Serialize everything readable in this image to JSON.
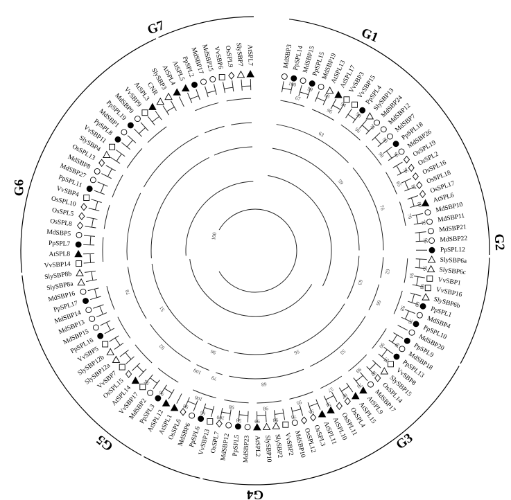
{
  "figure": {
    "root_bootstrap": "100",
    "groups": [
      {
        "label": "G1"
      },
      {
        "label": "G2"
      },
      {
        "label": "G3"
      },
      {
        "label": "G4"
      },
      {
        "label": "G5"
      },
      {
        "label": "G6"
      },
      {
        "label": "G7"
      }
    ],
    "leaves": [
      {
        "name": "MdSBP3",
        "marker": "circle"
      },
      {
        "name": "PpSPL14",
        "marker": "filled-circle"
      },
      {
        "name": "MdSBP15",
        "marker": "circle"
      },
      {
        "name": "PpSPL15",
        "marker": "filled-circle"
      },
      {
        "name": "MdSBP19",
        "marker": "circle"
      },
      {
        "name": "AtSPL13",
        "marker": "triangle"
      },
      {
        "name": "AtSPL17",
        "marker": "filled-triangle"
      },
      {
        "name": "VvSBP3",
        "marker": "square"
      },
      {
        "name": "VvSBP15",
        "marker": "square"
      },
      {
        "name": "PpSPL4",
        "marker": "filled-circle"
      },
      {
        "name": "SlySBP13",
        "marker": "triangle"
      },
      {
        "name": "MdSBP24",
        "marker": "circle"
      },
      {
        "name": "MdSBP12",
        "marker": "circle"
      },
      {
        "name": "MdSBP7",
        "marker": "circle"
      },
      {
        "name": "PpSPL18",
        "marker": "filled-circle"
      },
      {
        "name": "MdSBP26",
        "marker": "circle"
      },
      {
        "name": "OsSPL19",
        "marker": "diamond"
      },
      {
        "name": "OsSPL2",
        "marker": "diamond"
      },
      {
        "name": "OsSPL16",
        "marker": "diamond"
      },
      {
        "name": "OsSPL18",
        "marker": "diamond"
      },
      {
        "name": "OsSPL17",
        "marker": "diamond"
      },
      {
        "name": "AtSPL6",
        "marker": "filled-triangle"
      },
      {
        "name": "MdSBP10",
        "marker": "circle"
      },
      {
        "name": "MdSBP11",
        "marker": "circle"
      },
      {
        "name": "MdSBP21",
        "marker": "circle"
      },
      {
        "name": "MdSBP22",
        "marker": "circle"
      },
      {
        "name": "PpSPL12",
        "marker": "filled-circle"
      },
      {
        "name": "SlySBP6a",
        "marker": "triangle"
      },
      {
        "name": "SlySBP6c",
        "marker": "triangle"
      },
      {
        "name": "VvSBP1",
        "marker": "square"
      },
      {
        "name": "VvSBP16",
        "marker": "square"
      },
      {
        "name": "SlySBP6b",
        "marker": "triangle"
      },
      {
        "name": "PpSPL1",
        "marker": "filled-circle"
      },
      {
        "name": "MdSBP4",
        "marker": "circle"
      },
      {
        "name": "PpSPL10",
        "marker": "filled-circle"
      },
      {
        "name": "MdSBP20",
        "marker": "circle"
      },
      {
        "name": "PpSPL9",
        "marker": "filled-circle"
      },
      {
        "name": "MdSBP18",
        "marker": "circle"
      },
      {
        "name": "PpSPL13",
        "marker": "filled-circle"
      },
      {
        "name": "VvSBP8",
        "marker": "square"
      },
      {
        "name": "SlySBP15",
        "marker": "triangle"
      },
      {
        "name": "OsSPL14",
        "marker": "diamond"
      },
      {
        "name": "MdSBP17",
        "marker": "circle"
      },
      {
        "name": "AtSPL9",
        "marker": "filled-triangle"
      },
      {
        "name": "AtSPL15",
        "marker": "filled-triangle"
      },
      {
        "name": "OsSPL4",
        "marker": "diamond"
      },
      {
        "name": "OsSPL11",
        "marker": "diamond"
      },
      {
        "name": "AtSPL10",
        "marker": "filled-triangle"
      },
      {
        "name": "AtSPL11",
        "marker": "filled-triangle"
      },
      {
        "name": "OsSPL3",
        "marker": "diamond"
      },
      {
        "name": "OsSPL12",
        "marker": "diamond"
      },
      {
        "name": "MdSBP10",
        "marker": "circle"
      },
      {
        "name": "VvSBP2",
        "marker": "square"
      },
      {
        "name": "SlySBP2",
        "marker": "triangle"
      },
      {
        "name": "SlySBP10",
        "marker": "triangle"
      },
      {
        "name": "AtSPL2",
        "marker": "filled-triangle"
      },
      {
        "name": "MdSBP23",
        "marker": "circle"
      },
      {
        "name": "PpSPL5",
        "marker": "filled-circle"
      },
      {
        "name": "MdSBP12",
        "marker": "circle"
      },
      {
        "name": "OsSPL7",
        "marker": "diamond"
      },
      {
        "name": "VvSBP13",
        "marker": "square"
      },
      {
        "name": "PpSPL6",
        "marker": "filled-circle"
      },
      {
        "name": "MdSBP6",
        "marker": "circle"
      },
      {
        "name": "OsSPL6",
        "marker": "diamond"
      },
      {
        "name": "AtSPL1",
        "marker": "filled-triangle"
      },
      {
        "name": "AtSPL12",
        "marker": "filled-triangle"
      },
      {
        "name": "PpSPL3",
        "marker": "filled-circle"
      },
      {
        "name": "MdSBP2",
        "marker": "circle"
      },
      {
        "name": "VvSBP17",
        "marker": "square"
      },
      {
        "name": "AtSPL14",
        "marker": "filled-triangle"
      },
      {
        "name": "OsSPL15",
        "marker": "diamond"
      },
      {
        "name": "VvSBP7",
        "marker": "square"
      },
      {
        "name": "SlySBP12a",
        "marker": "triangle"
      },
      {
        "name": "SlySBP12b",
        "marker": "triangle"
      },
      {
        "name": "VvSBP5",
        "marker": "square"
      },
      {
        "name": "PpSPL16",
        "marker": "filled-circle"
      },
      {
        "name": "MdSBP15",
        "marker": "circle"
      },
      {
        "name": "MdSBP13",
        "marker": "circle"
      },
      {
        "name": "MdSBP14",
        "marker": "circle"
      },
      {
        "name": "PpSPL17",
        "marker": "filled-circle"
      },
      {
        "name": "MdSBP16",
        "marker": "circle"
      },
      {
        "name": "SlySBP8a",
        "marker": "triangle"
      },
      {
        "name": "SlySBP8b",
        "marker": "triangle"
      },
      {
        "name": "VvSBP14",
        "marker": "square"
      },
      {
        "name": "AtSPL8",
        "marker": "filled-triangle"
      },
      {
        "name": "PpSPL7",
        "marker": "filled-circle"
      },
      {
        "name": "MdSBP5",
        "marker": "circle"
      },
      {
        "name": "OsSPL8",
        "marker": "diamond"
      },
      {
        "name": "OsSPL5",
        "marker": "diamond"
      },
      {
        "name": "OsSPL10",
        "marker": "diamond"
      },
      {
        "name": "VvSBP4",
        "marker": "square"
      },
      {
        "name": "PpSPL11",
        "marker": "filled-circle"
      },
      {
        "name": "MdSBP27",
        "marker": "circle"
      },
      {
        "name": "MdSBP8",
        "marker": "circle"
      },
      {
        "name": "OsSPL13",
        "marker": "diamond"
      },
      {
        "name": "SlySBP4",
        "marker": "triangle"
      },
      {
        "name": "VvSBP11",
        "marker": "square"
      },
      {
        "name": "PpSPL8",
        "marker": "filled-circle"
      },
      {
        "name": "MdSBP1",
        "marker": "circle"
      },
      {
        "name": "PpSPL19",
        "marker": "filled-circle"
      },
      {
        "name": "MdSBP9",
        "marker": "circle"
      },
      {
        "name": "VvSBP9",
        "marker": "square"
      },
      {
        "name": "AtSPL3",
        "marker": "filled-triangle"
      },
      {
        "name": "CNR",
        "marker": "triangle"
      },
      {
        "name": "SlySBP3",
        "marker": "triangle"
      },
      {
        "name": "AtSPL4",
        "marker": "filled-triangle"
      },
      {
        "name": "AtSPL5",
        "marker": "filled-triangle"
      },
      {
        "name": "PpSPL2",
        "marker": "filled-circle"
      },
      {
        "name": "MdSBP17",
        "marker": "circle"
      },
      {
        "name": "MdSBP25",
        "marker": "circle"
      },
      {
        "name": "VvSBP6",
        "marker": "square"
      },
      {
        "name": "OsSPL9",
        "marker": "diamond"
      },
      {
        "name": "SlySBP7",
        "marker": "triangle"
      },
      {
        "name": "AtSPL7",
        "marker": "filled-triangle"
      }
    ],
    "bootstrap_labels": [
      "59",
      "63",
      "76",
      "100",
      "99",
      "63",
      "94",
      "98",
      "71",
      "93",
      "95",
      "95",
      "87",
      "80",
      "72",
      "95",
      "67",
      "96",
      "96",
      "98",
      "65",
      "76",
      "63",
      "62",
      "66",
      "55",
      "98",
      "69",
      "78",
      "93",
      "98",
      "56",
      "53",
      "68",
      "61",
      "51",
      "82",
      "73",
      "87",
      "51",
      "55",
      "73",
      "98",
      "99",
      "58",
      "100",
      "90",
      "99",
      "57",
      "95",
      "98",
      "98",
      "96",
      "79",
      "100",
      "65",
      "98",
      "100",
      "51",
      "92",
      "78",
      "96",
      "95"
    ],
    "legend": {
      "marker_fill": "#000000",
      "line_color": "#222222"
    }
  }
}
